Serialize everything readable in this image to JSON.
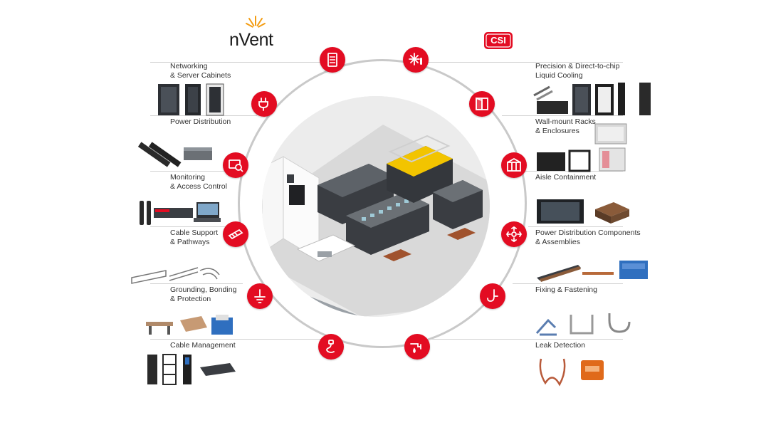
{
  "brands": {
    "left_logo": "nVent",
    "right_logo": "CSI"
  },
  "left_categories": [
    {
      "label_line1": "Networking",
      "label_line2": "& Server Cabinets"
    },
    {
      "label_line1": "Power Distribution",
      "label_line2": ""
    },
    {
      "label_line1": "Monitoring",
      "label_line2": "& Access Control"
    },
    {
      "label_line1": "Cable Support",
      "label_line2": "& Pathways"
    },
    {
      "label_line1": "Grounding, Bonding",
      "label_line2": "& Protection"
    },
    {
      "label_line1": "Cable Management",
      "label_line2": ""
    }
  ],
  "right_categories": [
    {
      "label_line1": "Precision & Direct-to-chip",
      "label_line2": "Liquid Cooling"
    },
    {
      "label_line1": "Wall-mount Racks",
      "label_line2": "& Enclosures"
    },
    {
      "label_line1": "Aisle Containment",
      "label_line2": ""
    },
    {
      "label_line1": "Power Distribution Components",
      "label_line2": "& Assemblies"
    },
    {
      "label_line1": "Fixing & Fastening",
      "label_line2": ""
    },
    {
      "label_line1": "Leak Detection",
      "label_line2": ""
    }
  ],
  "icons": {
    "ring_nodes": [
      "server-rack-icon",
      "cooling-icon",
      "plug-icon",
      "enclosure-icon",
      "monitor-icon",
      "aisle-icon",
      "cable-tray-icon",
      "power-arrows-icon",
      "ground-icon",
      "fastener-icon",
      "cable-icon",
      "leak-icon"
    ]
  },
  "colors": {
    "accent": "#e30c22",
    "ring": "#c9c9c9",
    "rack": "#3a3d42"
  }
}
